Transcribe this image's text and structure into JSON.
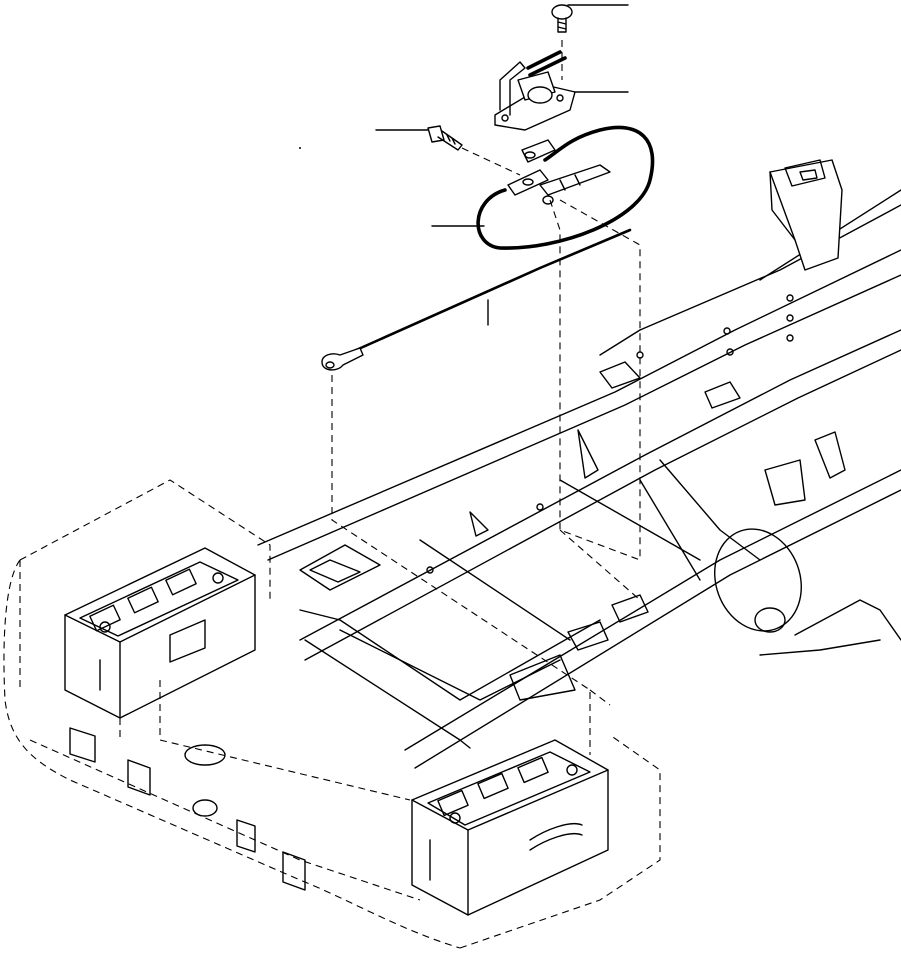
{
  "diagram": {
    "callouts": [
      {
        "id": "screw"
      },
      {
        "id": "battery-switch"
      },
      {
        "id": "bolt"
      },
      {
        "id": "loop-cable"
      },
      {
        "id": "ground-cable"
      }
    ]
  }
}
